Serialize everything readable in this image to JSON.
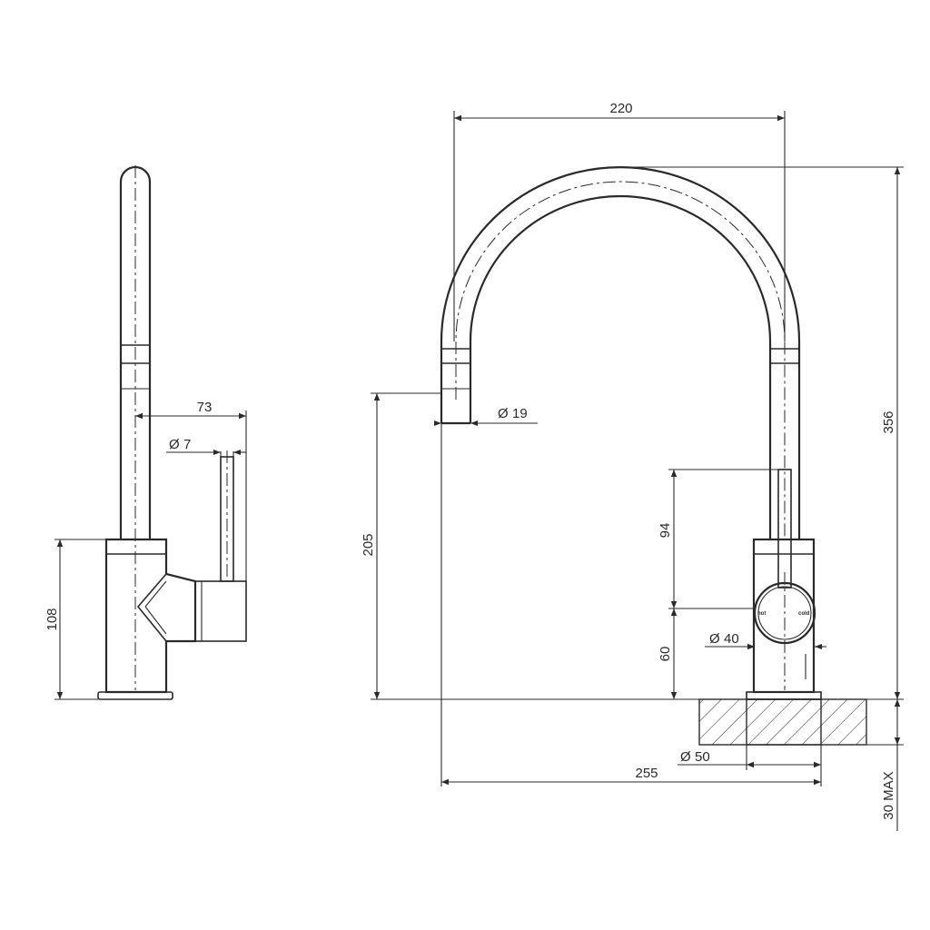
{
  "dimensions": {
    "width_73": "73",
    "dia_7": "7",
    "height_108": "108",
    "width_220": "220",
    "dia_19": "19",
    "height_356": "356",
    "height_205": "205",
    "height_94": "94",
    "height_60": "60",
    "dia_40": "40",
    "dia_50": "50",
    "width_255": "255",
    "max_30": "30 MAX"
  },
  "diameter_symbol": "Ø",
  "handle_labels": {
    "hot": "hot",
    "cold": "cold"
  },
  "colors": {
    "line": "#2a2a2a",
    "background": "#ffffff"
  }
}
